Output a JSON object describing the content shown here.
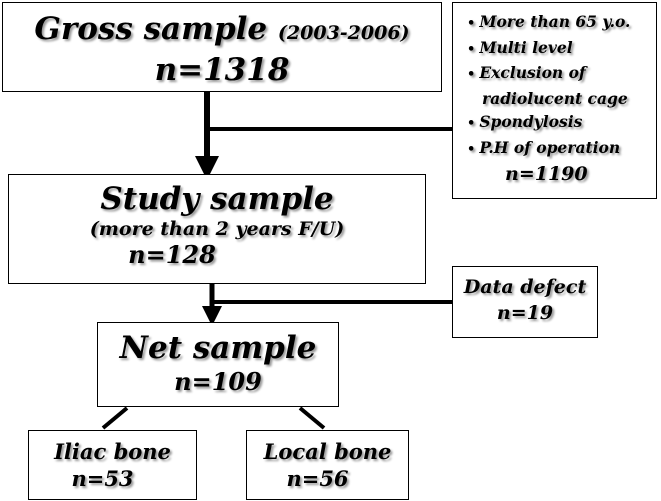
{
  "gross": {
    "title": "Gross sample",
    "period": "(2003-2006)",
    "n": "n=1318"
  },
  "exclusion": {
    "items": [
      {
        "bullet": "•",
        "text": "More than 65 y.o."
      },
      {
        "bullet": "•",
        "text": "Multi level"
      },
      {
        "bullet": "•",
        "text": "Exclusion of"
      },
      {
        "bullet": "",
        "text": "radiolucent cage"
      },
      {
        "bullet": "•",
        "text": "Spondylosis"
      },
      {
        "bullet": "•",
        "text": "P.H of operation"
      }
    ],
    "n": "n=1190"
  },
  "study": {
    "title": "Study sample",
    "subtitle": "(more than 2 years F/U)",
    "n": "n=128"
  },
  "defect": {
    "title": "Data defect",
    "n": "n=19"
  },
  "net": {
    "title": "Net sample",
    "n": "n=109"
  },
  "iliac": {
    "title": "Iliac bone",
    "n": "n=53"
  },
  "local": {
    "title": "Local bone",
    "n": "n=56"
  }
}
